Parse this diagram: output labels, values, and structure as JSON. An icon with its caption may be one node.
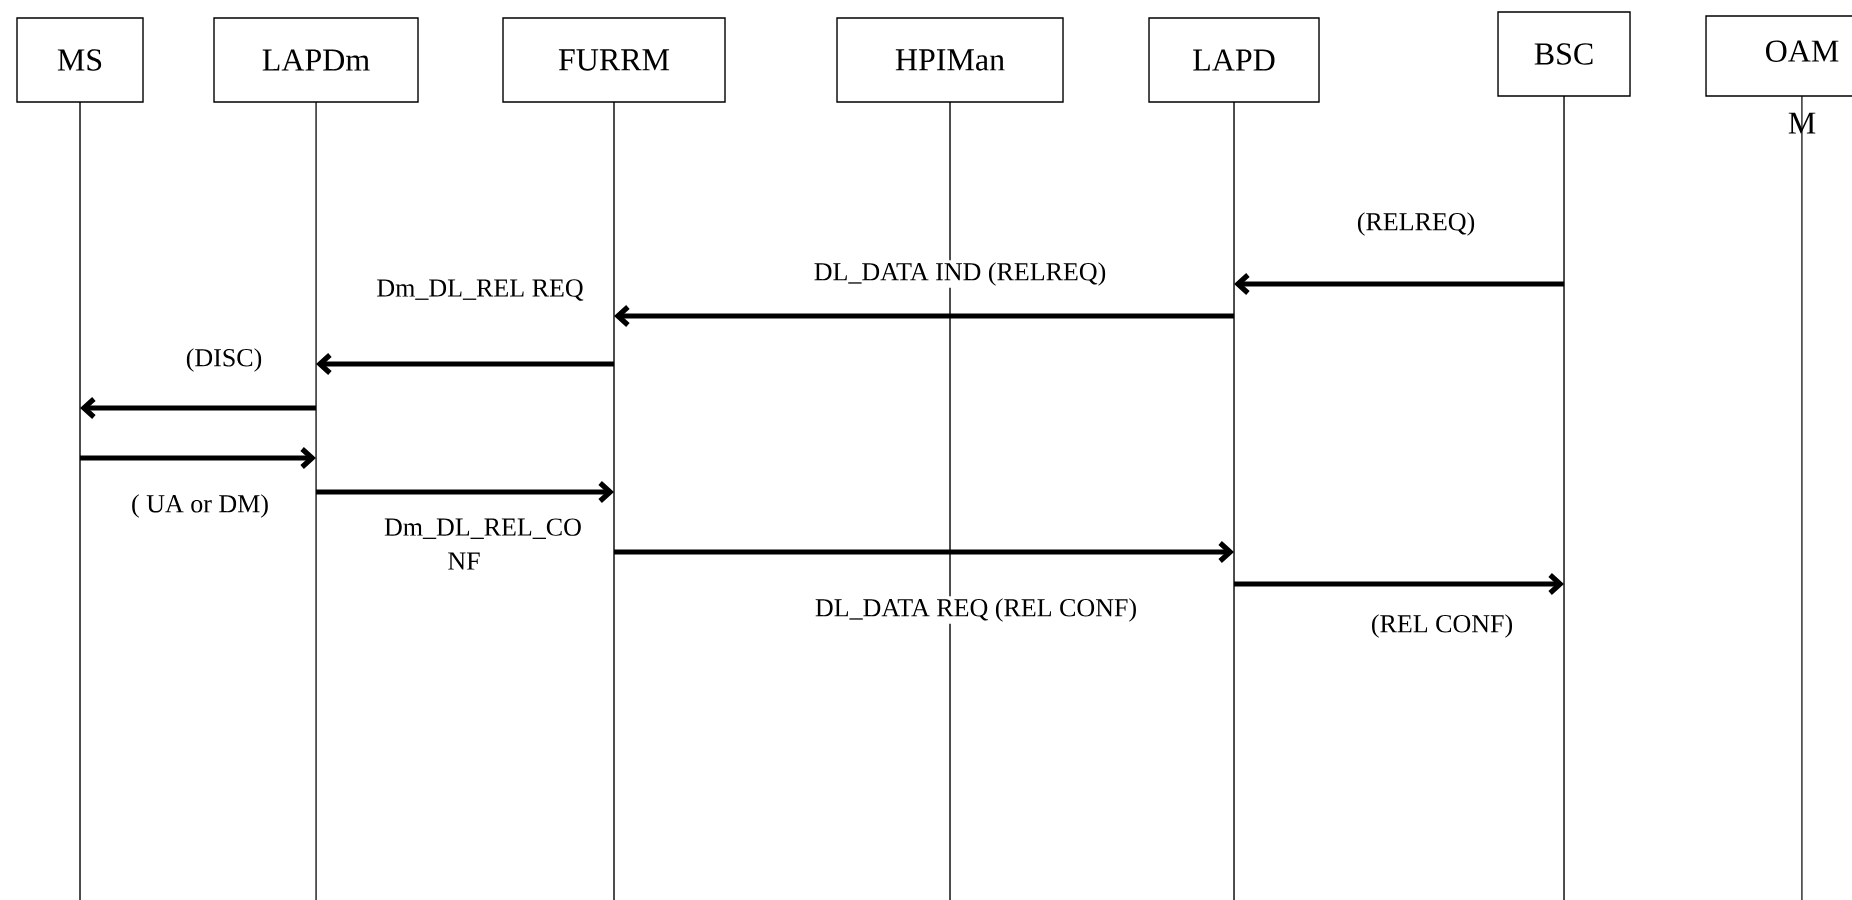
{
  "diagram": {
    "nodes": [
      {
        "text": [
          "MS"
        ]
      },
      {
        "text": [
          "LAPDm"
        ]
      },
      {
        "text": [
          "FURRM"
        ]
      },
      {
        "text": [
          "HPIMan"
        ]
      },
      {
        "text": [
          "LAPD"
        ]
      },
      {
        "text": [
          "BSC"
        ]
      },
      {
        "text": [
          "OAM M"
        ]
      }
    ],
    "edges": [
      {
        "from": 5,
        "to": 4,
        "arrow": "to",
        "label": "(RELREQ)"
      },
      {
        "from": 4,
        "to": 2,
        "arrow": "to",
        "label": "DL_DATA IND (RELREQ)"
      },
      {
        "from": 2,
        "to": 1,
        "arrow": "to",
        "label": "Dm_DL_REL REQ"
      },
      {
        "from": 1,
        "to": 0,
        "arrow": "to",
        "label": "(DISC)"
      },
      {
        "from": 0,
        "to": 1,
        "arrow": "to",
        "label": "( UA or DM)"
      },
      {
        "from": 1,
        "to": 2,
        "arrow": "to",
        "label": "Dm_DL_REL_CO NF"
      },
      {
        "from": 2,
        "to": 4,
        "arrow": "to",
        "label": "DL_DATA REQ (REL CONF)"
      },
      {
        "from": 4,
        "to": 5,
        "arrow": "to",
        "label": "(REL CONF)"
      }
    ]
  }
}
